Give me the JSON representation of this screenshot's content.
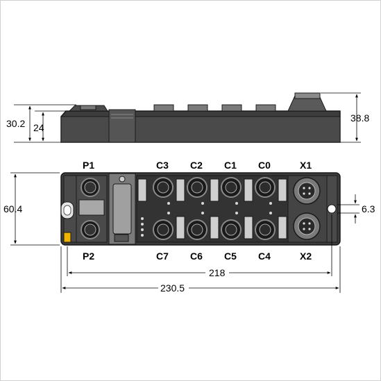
{
  "ports": {
    "p1": "P1",
    "p2": "P2",
    "c0": "C0",
    "c1": "C1",
    "c2": "C2",
    "c3": "C3",
    "c4": "C4",
    "c5": "C5",
    "c6": "C6",
    "c7": "C7",
    "x1": "X1",
    "x2": "X2"
  },
  "dimensions": {
    "total_height": "30.2",
    "body_height": "24",
    "connector_height": "38.8",
    "width_depth": "60.4",
    "hole_offset": "6.3",
    "hole_spacing": "218",
    "total_length": "230.5"
  },
  "colors": {
    "housing": "#3c3c3c",
    "connector": "#6e6e6e",
    "accent_yellow": "#f0b400"
  }
}
